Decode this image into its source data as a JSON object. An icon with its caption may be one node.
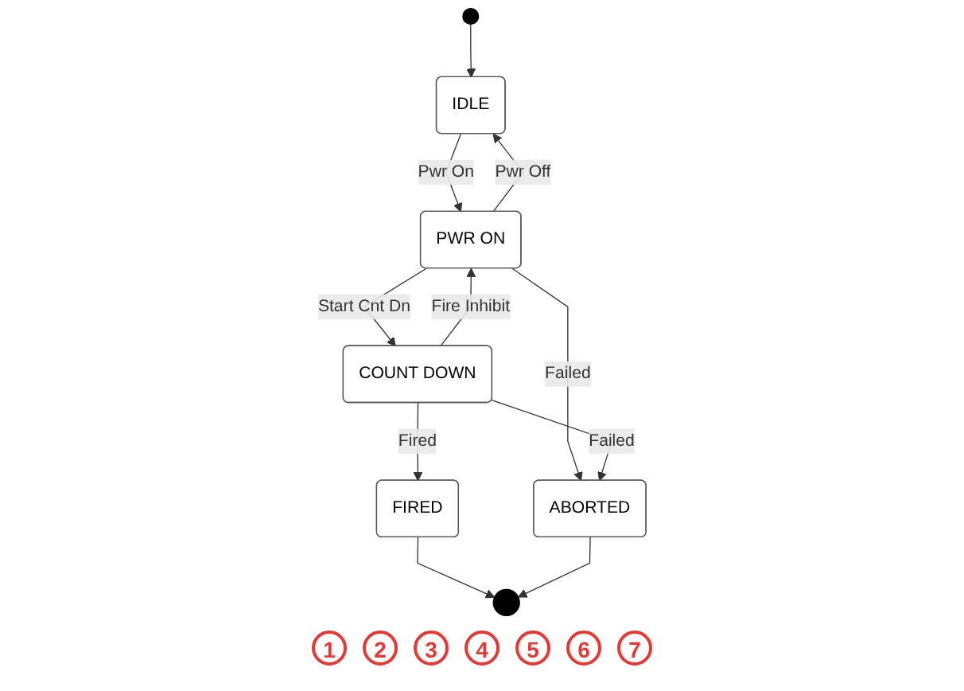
{
  "diagram": {
    "nodes": [
      {
        "text": [],
        "shape": "circle"
      },
      {
        "text": [
          "IDLE"
        ]
      },
      {
        "text": [
          "PWR ON"
        ]
      },
      {
        "text": [
          "COUNT DOWN"
        ]
      },
      {
        "text": [
          "FIRED"
        ]
      },
      {
        "text": [
          "ABORTED"
        ]
      },
      {
        "text": [],
        "shape": "circle"
      }
    ],
    "edges": [
      {
        "from": 0,
        "to": 1,
        "arrow": "to"
      },
      {
        "from": 1,
        "to": 2,
        "arrow": "to",
        "label": "Pwr On"
      },
      {
        "from": 2,
        "to": 1,
        "arrow": "to",
        "label": "Pwr Off"
      },
      {
        "from": 2,
        "to": 3,
        "arrow": "to",
        "label": "Start Cnt Dn"
      },
      {
        "from": 2,
        "to": 5,
        "arrow": "to",
        "label": "Failed"
      },
      {
        "from": 3,
        "to": 2,
        "arrow": "to",
        "label": "Fire Inhibit"
      },
      {
        "from": 3,
        "to": 4,
        "arrow": "to",
        "label": "Fired"
      },
      {
        "from": 3,
        "to": 5,
        "arrow": "to",
        "label": "Failed"
      },
      {
        "from": 4,
        "to": 6,
        "arrow": "to"
      },
      {
        "from": 5,
        "to": 6,
        "arrow": "to"
      }
    ],
    "labels": [
      "1",
      "2",
      "3",
      "4",
      "5",
      "6",
      "7"
    ]
  }
}
